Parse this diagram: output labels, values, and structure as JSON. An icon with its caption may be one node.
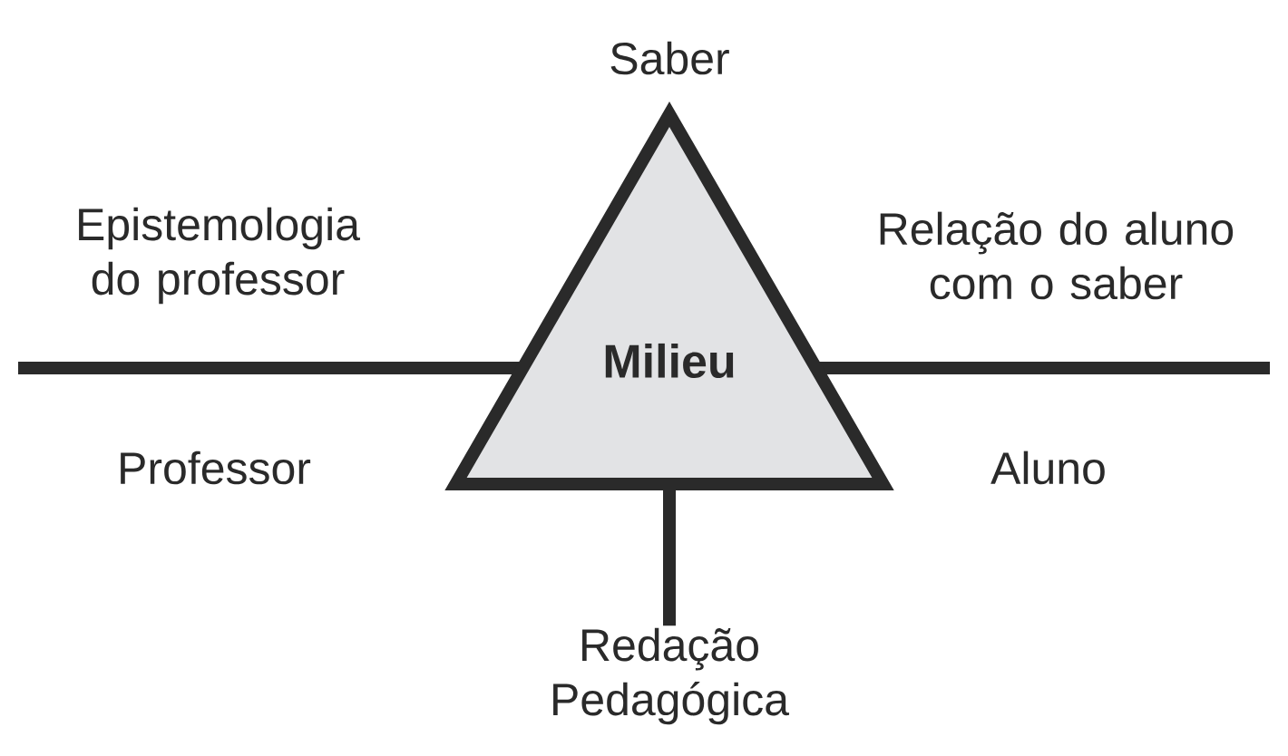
{
  "diagram": {
    "nodes": [
      {
        "text": [
          "Milieu"
        ]
      },
      {
        "text": [
          "Redação Pedagógica"
        ]
      }
    ],
    "edges": [
      {
        "from": 0,
        "to": 1,
        "arrow": "none"
      }
    ],
    "labels": [
      "Saber",
      "Epistemologia do professor",
      "Relação do aluno com o saber",
      "Professor",
      "Aluno"
    ]
  }
}
